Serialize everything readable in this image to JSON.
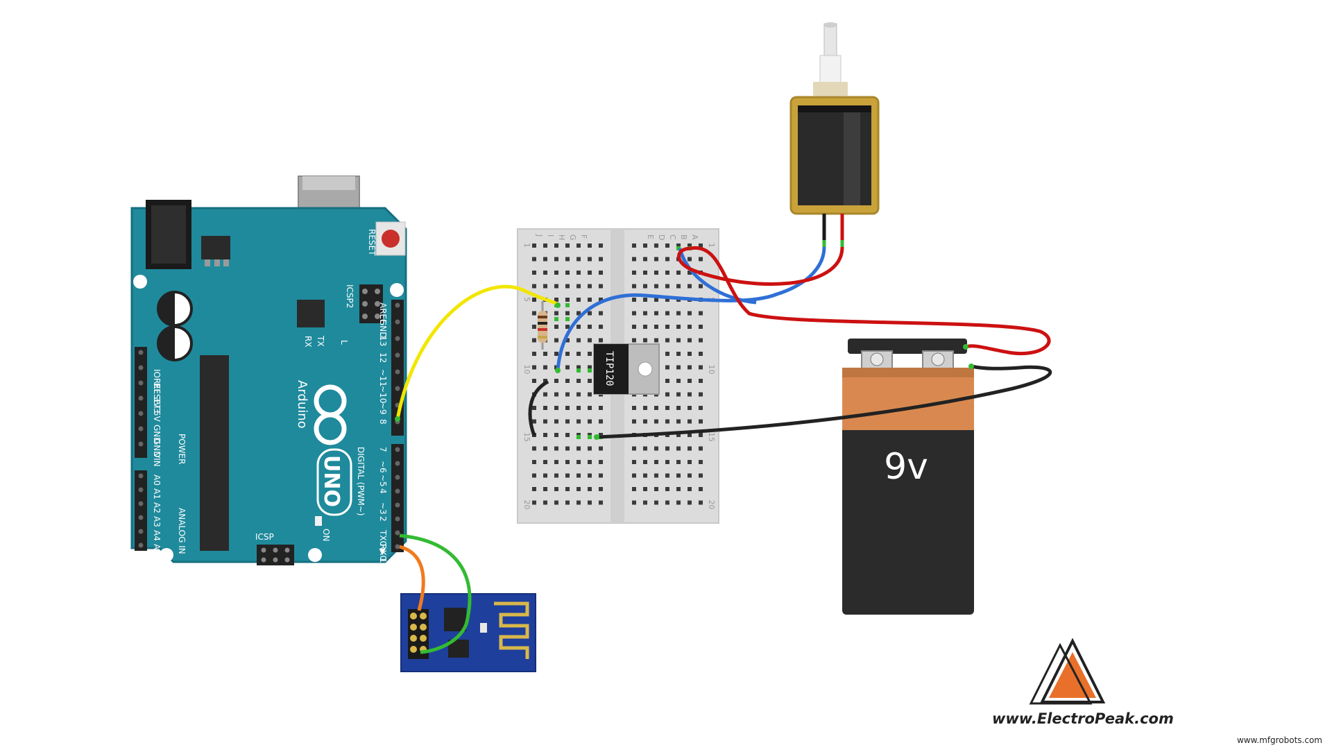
{
  "arduino": {
    "reset_label": "RESET",
    "icsp2_label": "ICSP2",
    "icsp_label": "ICSP",
    "tx_label": "TX",
    "rx_label": "RX",
    "l_label": "L",
    "on_label": "ON",
    "brand_name": "Arduino",
    "model": "UNO",
    "digital_header": "DIGITAL (PWM~)",
    "power_header": "POWER",
    "analog_header": "ANALOG IN",
    "left_pins": [
      "IOREF",
      "RESET",
      "3V3",
      "5V",
      "GND",
      "GND",
      "VIN"
    ],
    "analog_pins": [
      "A0",
      "A1",
      "A2",
      "A3",
      "A4",
      "A5"
    ],
    "right_pins_top": [
      "AREF",
      "GND",
      "13",
      "12",
      "~11",
      "~10",
      "~9",
      "8"
    ],
    "right_pins_bottom": [
      "7",
      "~6",
      "~5",
      "4",
      "~3",
      "2",
      "TX0 ▶ 1",
      "RX0 ◀ 0"
    ]
  },
  "breadboard": {
    "row_letters_left": [
      "J",
      "I",
      "H",
      "G",
      "F"
    ],
    "row_letters_right": [
      "E",
      "D",
      "C",
      "B",
      "A"
    ],
    "row_numbers": [
      "1",
      "5",
      "10",
      "15",
      "20"
    ]
  },
  "transistor": {
    "label": "TIP120"
  },
  "battery": {
    "label": "9v"
  },
  "colors": {
    "arduino_board": "#1f8a9c",
    "breadboard": "#dcdcdc",
    "battery_top": "#d9894f",
    "battery_body": "#2b2b2b",
    "esp_board": "#1f3f9c",
    "wire_yellow": "#f2e600",
    "wire_blue": "#2f6fd6",
    "wire_red": "#cc1111",
    "wire_black": "#222222",
    "wire_green": "#33bb33",
    "wire_orange": "#f07a20",
    "logo_orange": "#e8702a"
  },
  "footer": {
    "brand_url": "www.ElectroPeak.com",
    "credit": "www.mfgrobots.com"
  }
}
